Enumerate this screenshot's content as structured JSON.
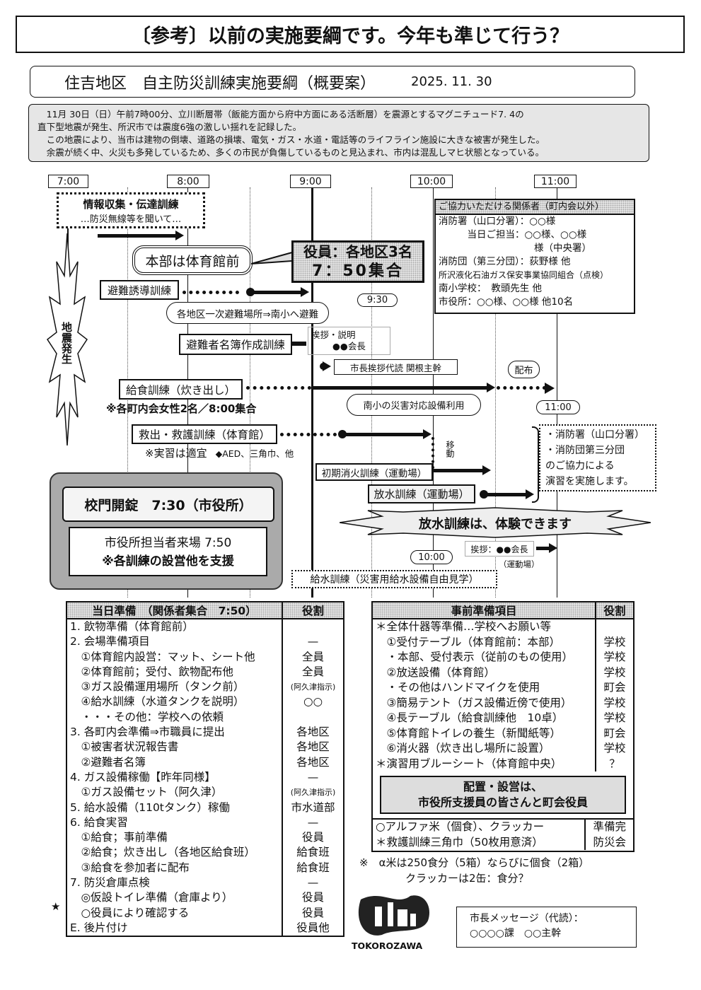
{
  "header": {
    "title": "〔参考〕以前の実施要綱です。今年も準じて行う？",
    "subtitle": "住吉地区　自主防災訓練実施要綱（概要案）",
    "date": "2025. 11. 30"
  },
  "scenario": [
    "　11月 30日（日）午前7時00分、立川断層帯（飯能方面から府中方面にある活断層）を震源とするマグニチュード7. 4の",
    "直下型地震が発生、所沢市では震度6強の激しい揺れを記録した。",
    "　この地震により、当市は建物の倒壊、道路の損壊、電気・ガス・水道・電話等のライフライン施設に大きな被害が発生した。",
    "　余震が続く中、火災も多発しているため、多くの市民が負傷しているものと見込まれ、市内は混乱しマヒ状態となっている。"
  ],
  "timeline": {
    "times": [
      "7:00",
      "8:00",
      "9:00",
      "10:00",
      "11:00"
    ],
    "earthquake": "地震発生",
    "info_training": "情報収集・伝達訓練",
    "info_sub": "…防災無線等を聞いて…",
    "hq": "本部は体育館前",
    "officers_1": "役員：各地区3名",
    "officers_2": "7：50集合",
    "evac_guide": "避難誘導訓練",
    "t930": "9:30",
    "evac_route": "各地区一次避難場所⇒南小へ避難",
    "evac_list": "避難者名簿作成訓練",
    "greeting_1": "挨拶・説明",
    "greeting_2": "●●会長",
    "mayor_msg": "市長挨拶代読 関根主幹",
    "distribute": "配布",
    "food": "給食訓練（炊き出し）",
    "food_note": "※各町内会女性2名／8:00集合",
    "facility": "南小の災害対応設備利用",
    "t1100": "11:00",
    "rescue": "救出・救護訓練（体育館）",
    "rescue_note": "※実習は適宜",
    "rescue_items": "◆AED、三角巾、他",
    "move": "移動",
    "fire_init": "初期消火訓練（運動場）",
    "water_spray": "放水訓練（運動場）",
    "coop": [
      "・消防署（山口分署）",
      "・消防団第三分団",
      "のご協力による",
      "演習を実施します。"
    ],
    "banner": "放水訓練は、体験できます",
    "t1000": "10:00",
    "greeting_field": "挨拶：●●会長",
    "field": "（運動場）",
    "water_supply": "給水訓練（災害用給水設備自由見学）",
    "gate": "校門開錠　7:30（市役所）",
    "city_staff_1": "市役所担当者来場 7:50",
    "city_staff_2": "※各訓練の設営他を支援"
  },
  "partners": {
    "title": "ご協力いただける関係者（町内会以外）",
    "lines": [
      "消防署（山口分署）：○○様",
      "　　　当日ご担当：○○様、○○様",
      "　　　　　　　　　　様（中央署）",
      "消防団（第三分団）：荻野様 他",
      "所沢液化石油ガス保安事業協同組合（点検）",
      "南小学校：　教頭先生 他",
      "市役所：○○様、○○様 他10名"
    ]
  },
  "day_prep": {
    "header": "当日準備　（関係者集合　7:50）",
    "role_header": "役割",
    "rows": [
      [
        "1. 飲物準備（体育館前）",
        ""
      ],
      [
        "2. 会場準備項目",
        "—"
      ],
      [
        "　①体育館内設営：マット、シート他",
        "全員"
      ],
      [
        "　②体育館前；受付、飲物配布他",
        "全員"
      ],
      [
        "　③ガス設備運用場所（タンク前）",
        "(阿久津指示)"
      ],
      [
        "　④給水訓練（水道タンクを説明）",
        "○○"
      ],
      [
        "　・・・その他：学校への依頼",
        ""
      ],
      [
        "3. 各町内会準備⇒市職員に提出",
        "各地区"
      ],
      [
        "　①被害者状況報告書",
        "各地区"
      ],
      [
        "　②避難者名簿",
        "各地区"
      ],
      [
        "4. ガス設備稼働【昨年同様】",
        "—"
      ],
      [
        "　①ガス設備セット（阿久津）",
        "(阿久津指示)"
      ],
      [
        "5. 給水設備（110tタンク）稼働",
        "市水道部"
      ],
      [
        "6. 給食実習",
        "—"
      ],
      [
        "　①給食；事前準備",
        "役員"
      ],
      [
        "　②給食；炊き出し（各地区給食班）",
        "給食班"
      ],
      [
        "　③給食を参加者に配布",
        "給食班"
      ],
      [
        "7. 防災倉庫点検",
        "—"
      ],
      [
        "　◎仮設トイレ準備（倉庫より）",
        "役員"
      ],
      [
        "　○役員により確認する",
        "役員"
      ],
      [
        "E. 後片付け",
        "役員他"
      ]
    ],
    "star": "★"
  },
  "pre_prep": {
    "header": "事前準備項目",
    "role_header": "役割",
    "rows": [
      [
        "＊全体什器等準備…学校へお願い等",
        ""
      ],
      [
        "　①受付テーブル（体育館前：本部）",
        "学校"
      ],
      [
        "　・本部、受付表示（従前のもの使用）",
        "学校"
      ],
      [
        "　②放送設備（体育館）",
        "学校"
      ],
      [
        "　・その他はハンドマイクを使用",
        "町会"
      ],
      [
        "　③簡易テント（ガス設備近傍で使用）",
        "学校"
      ],
      [
        "　④長テーブル（給食訓練他　10卓）",
        "学校"
      ],
      [
        "　⑤体育館トイレの養生（新聞紙等）",
        "町会"
      ],
      [
        "　⑥消火器（炊き出し場所に設置）",
        "学校"
      ],
      [
        "＊演習用ブルーシート（体育館中央）",
        "？"
      ]
    ],
    "notice_1": "配置・設営は、",
    "notice_2": "市役所支援員の皆さんと町会役員",
    "rows2": [
      [
        "○アルファ米（個食）、クラッカー",
        "準備完"
      ],
      [
        "＊救護訓練三角巾（50枚用意済）",
        "防災会"
      ]
    ],
    "note_1": "※　α米は250食分（5箱）ならびに個食（2箱）",
    "note_2": "クラッカーは2缶：食分？"
  },
  "logo": {
    "text": "TOKOROZAWA"
  },
  "mayor_message": {
    "line1": "市長メッセージ（代読）：",
    "line2": "○○○○課　○○主幹"
  }
}
